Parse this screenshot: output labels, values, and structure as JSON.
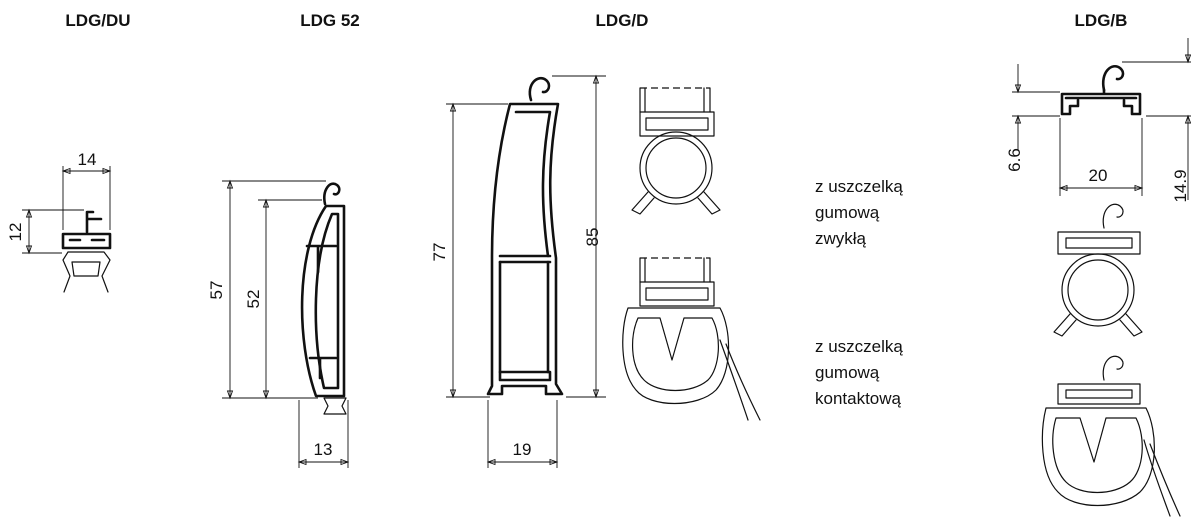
{
  "profiles": {
    "ldg_du": {
      "title": "LDG/DU",
      "dim_width": "14",
      "dim_height": "12"
    },
    "ldg_52": {
      "title": "LDG 52",
      "dim_total": "57",
      "dim_body": "52",
      "dim_width": "13"
    },
    "ldg_d": {
      "title": "LDG/D",
      "dim_body": "77",
      "dim_total": "85",
      "dim_width": "19"
    },
    "ldg_b": {
      "title": "LDG/B",
      "dim_height": "6.6",
      "dim_width": "20",
      "dim_total": "14.9"
    }
  },
  "seal_notes": {
    "standard": [
      "z uszczelką",
      "gumową",
      "zwykłą"
    ],
    "contact": [
      "z uszczelką",
      "gumową",
      "kontaktową"
    ]
  }
}
